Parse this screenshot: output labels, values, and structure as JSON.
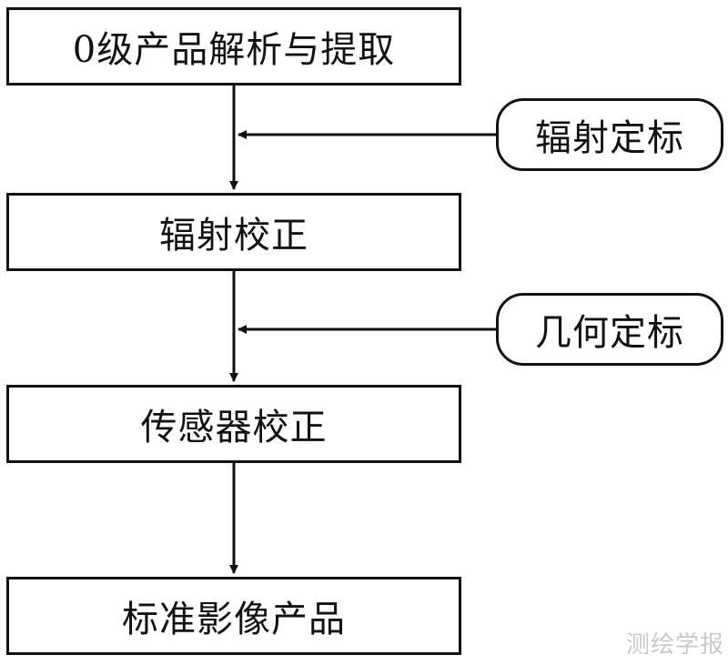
{
  "flow": {
    "steps": [
      "0级产品解析与提取",
      "辐射校正",
      "传感器校正",
      "标准影像产品"
    ],
    "inputs": [
      "辐射定标",
      "几何定标"
    ]
  },
  "watermark": "测绘学报"
}
